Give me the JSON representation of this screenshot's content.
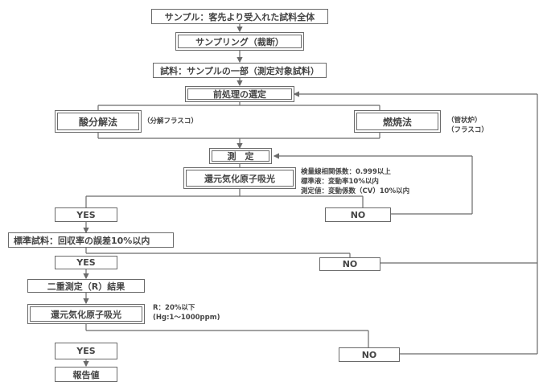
{
  "nodes": {
    "sample_whole": "サンプル：客先より受入れた試料全体",
    "sampling": "サンプリング（裁断）",
    "sample_part": "試料：サンプルの一部（測定対象試料）",
    "pretreatment": "前処理の選定",
    "acid_decomp": "酸分解法",
    "acid_note": "（分解フラスコ）",
    "combustion": "燃焼法",
    "combustion_note_1": "（管状炉）",
    "combustion_note_2": "（フラスコ）",
    "measure": "測　定",
    "aas_1": "還元気化原子吸光",
    "criteria": [
      "検量線相関係数：0.999以上",
      "標準液：変動率10%以内",
      "測定値：変動係数（CV）10%以内"
    ],
    "yes_1": "YES",
    "no_1": "NO",
    "std_sample": "標準試料：回収率の誤差10%以内",
    "yes_2": "YES",
    "no_2": "NO",
    "duplicate": "二重測定（R）結果",
    "aas_2": "還元気化原子吸光",
    "r_criteria": [
      "R：20%以下",
      "(Hg:1～1000ppm)"
    ],
    "yes_3": "YES",
    "no_3": "NO",
    "report": "報告値"
  },
  "colors": {
    "line": "#6a6a6a",
    "border": "#6a6a6a",
    "text": "#444444"
  }
}
